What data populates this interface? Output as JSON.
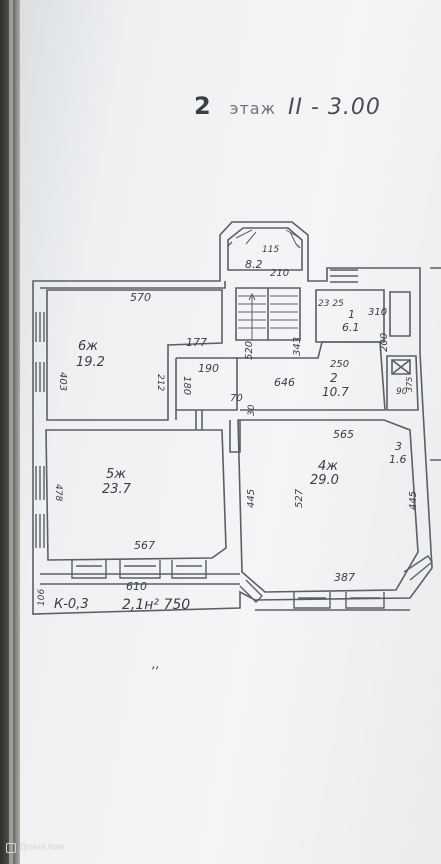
{
  "header": {
    "floor_number": "2",
    "floor_word": "этаж",
    "ceiling": "II - 3.00"
  },
  "rooms": {
    "room6": {
      "name": "6ж",
      "area": "19.2"
    },
    "room5": {
      "name": "5ж",
      "area": "23.7"
    },
    "room4": {
      "name": "4ж",
      "area": "29.0"
    },
    "room2": {
      "name": "2",
      "area": "10.7"
    },
    "room1": {
      "name": "1",
      "area": "6.1"
    },
    "room3": {
      "name": "3",
      "area": "1.6"
    },
    "stair": {
      "area": "8.2"
    }
  },
  "dimensions": {
    "d570": "570",
    "d403": "403",
    "d177": "177",
    "d190": "190",
    "d520": "520",
    "d343": "343",
    "d646": "646",
    "d250": "250",
    "d200": "200",
    "d310": "310",
    "d2325": "23 25",
    "d115": "115",
    "d210": "210",
    "d212": "212",
    "d180": "180",
    "d70": "70",
    "d30": "30",
    "d90": "90",
    "d375": "375",
    "d565": "565",
    "d478": "478",
    "d445l": "445",
    "d527": "527",
    "d445r": "445",
    "d567": "567",
    "d610": "610",
    "d387": "387",
    "d106": "106"
  },
  "footer": {
    "k_label": "К-0,3",
    "total": "2,1н² 750"
  },
  "watermark": {
    "text": "Домклик"
  }
}
